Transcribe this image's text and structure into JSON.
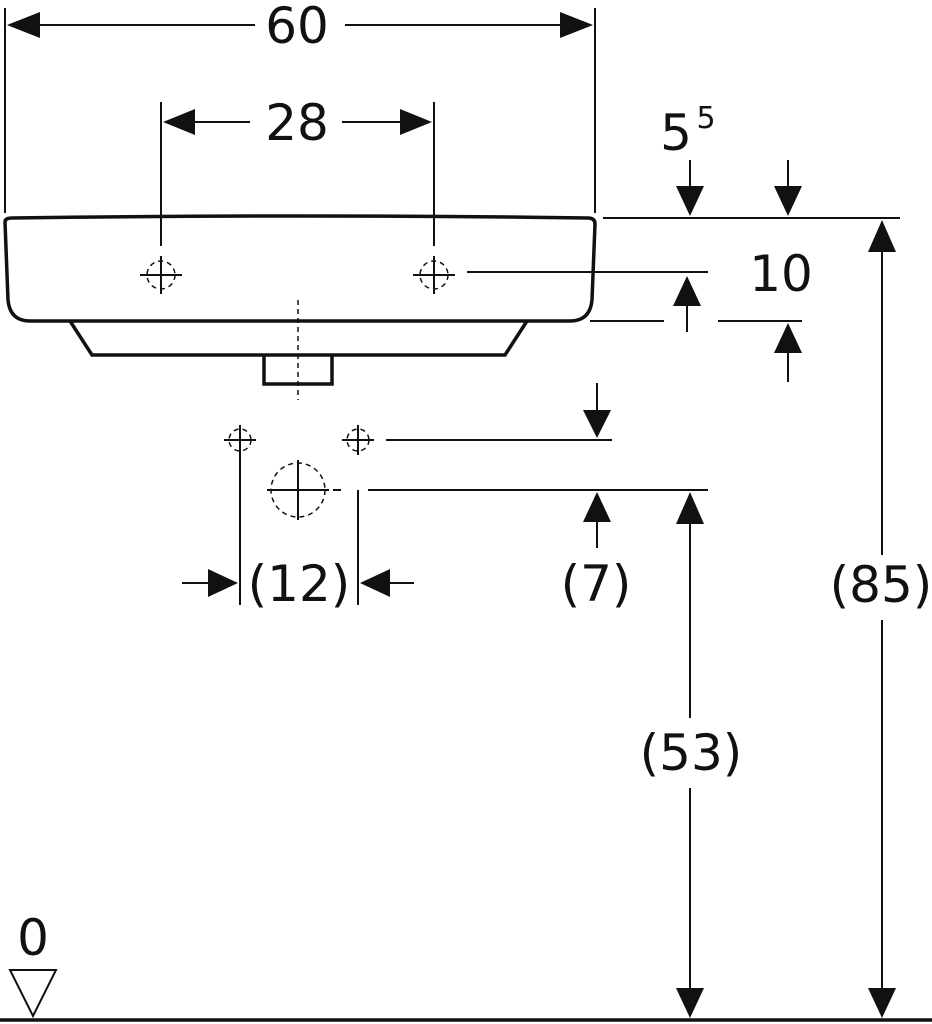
{
  "dimensions": {
    "total_width": "60",
    "tap_hole_spacing": "28",
    "rim_thickness_main": "5",
    "rim_thickness_sup": "5",
    "tap_hole_depth": "10",
    "supply_spacing": "(12)",
    "supply_to_waste_offset": "(7)",
    "waste_height": "(53)",
    "rim_height": "(85)",
    "floor_level": "0"
  }
}
